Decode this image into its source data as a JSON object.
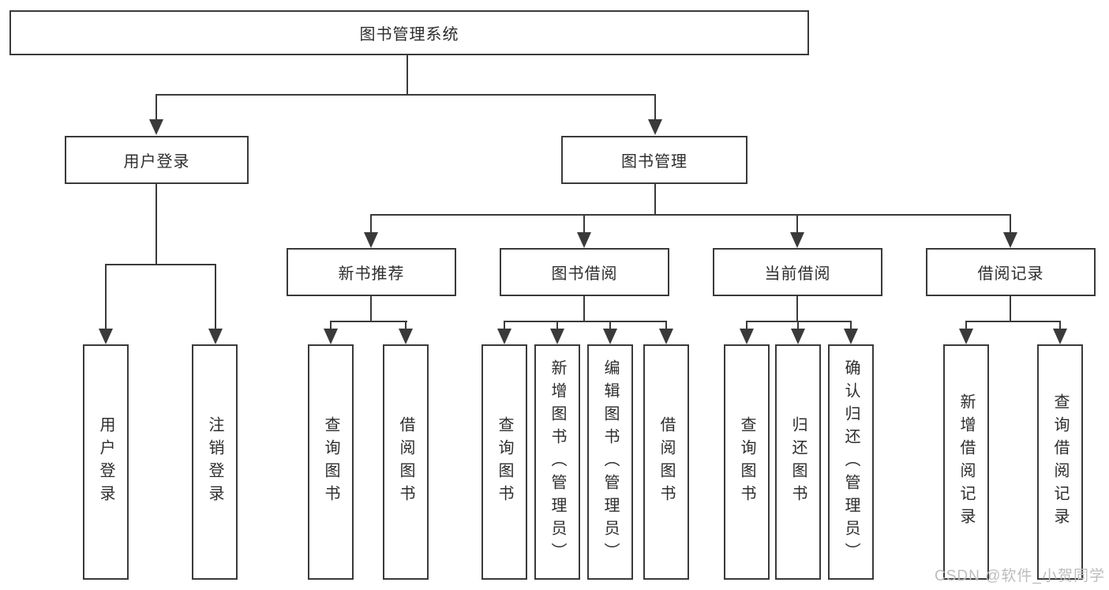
{
  "root": {
    "label": "图书管理系统"
  },
  "branches": {
    "user_login": {
      "label": "用户登录",
      "children": [
        {
          "label": "用户登录"
        },
        {
          "label": "注销登录"
        }
      ]
    },
    "book_mgmt": {
      "label": "图书管理",
      "sections": [
        {
          "label": "新书推荐",
          "children": [
            {
              "label": "查询图书"
            },
            {
              "label": "借阅图书"
            }
          ]
        },
        {
          "label": "图书借阅",
          "children": [
            {
              "label": "查询图书"
            },
            {
              "label": "新增图书（管理员）"
            },
            {
              "label": "编辑图书（管理员）"
            },
            {
              "label": "借阅图书"
            }
          ]
        },
        {
          "label": "当前借阅",
          "children": [
            {
              "label": "查询图书"
            },
            {
              "label": "归还图书"
            },
            {
              "label": "确认归还（管理员）"
            }
          ]
        },
        {
          "label": "借阅记录",
          "children": [
            {
              "label": "新增借阅记录"
            },
            {
              "label": "查询借阅记录"
            }
          ]
        }
      ]
    }
  },
  "watermark": {
    "text": "CSDN @软件_小贺同学"
  },
  "colors": {
    "line": "#3a3a3a",
    "text": "#2d2d2d",
    "background": "#ffffff",
    "watermark": "#bdbdbd"
  }
}
